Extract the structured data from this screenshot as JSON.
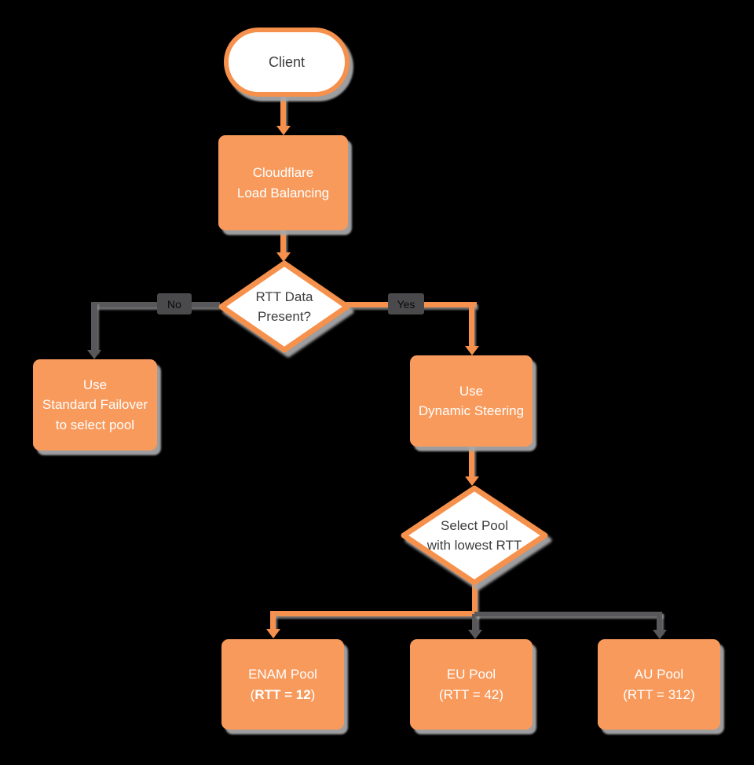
{
  "colors": {
    "orange_fill": "#F89A5C",
    "orange_stroke": "#F5914C",
    "gray_line": "#58585A",
    "label_bg": "#4A4A4C",
    "bg": "#000000"
  },
  "nodes": {
    "client": {
      "label": "Client"
    },
    "load_balancer": {
      "label": "Cloudflare\nLoad Balancing"
    },
    "rtt_decision": {
      "label": "RTT Data\nPresent?"
    },
    "standard_failover": {
      "label": "Use\nStandard Failover\nto select pool"
    },
    "dynamic_steering": {
      "label": "Use\nDynamic Steering"
    },
    "pool_decision": {
      "label": "Select Pool\nwith lowest RTT"
    },
    "pools": [
      {
        "name": "ENAM Pool",
        "rtt_open": "(",
        "rtt_value": "RTT = 12",
        "rtt_close": ")",
        "rtt_bold": true
      },
      {
        "name": "EU Pool",
        "rtt_open": "(",
        "rtt_value": "RTT = 42",
        "rtt_close": ")",
        "rtt_bold": false
      },
      {
        "name": "AU Pool",
        "rtt_open": "(",
        "rtt_value": "RTT = 312",
        "rtt_close": ")",
        "rtt_bold": false
      }
    ]
  },
  "edges": {
    "no_label": "No",
    "yes_label": "Yes"
  }
}
